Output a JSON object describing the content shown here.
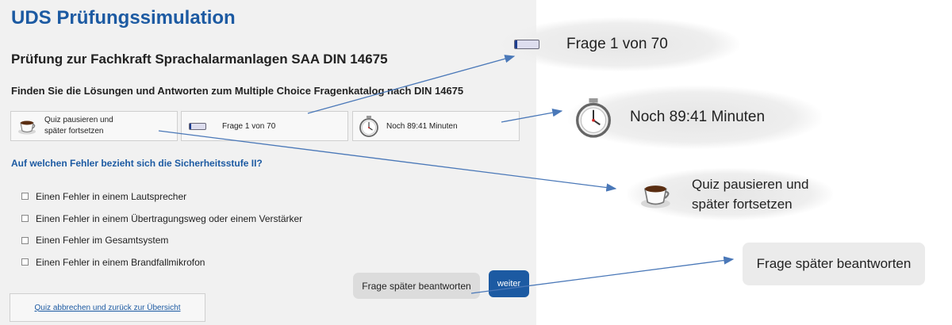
{
  "app_title": "UDS Prüfungssimulation",
  "exam": {
    "title": "Prüfung zur Fachkraft Sprachalarmanlagen SAA DIN 14675",
    "subtitle": "Finden Sie die Lösungen und Antworten zum Multiple Choice Fragenkatalog nach DIN 14675"
  },
  "toolbar": {
    "pause_line1": "Quiz pausieren und",
    "pause_line2": "später fortsetzen",
    "progress_label": "Frage 1 von 70",
    "progress_fraction": 0.1,
    "timer_label": "Noch 89:41 Minuten"
  },
  "question": {
    "text": "Auf welchen Fehler bezieht sich die Sicherheitsstufe II?",
    "answers": [
      "Einen Fehler in einem Lautsprecher",
      "Einen Fehler in einem Übertragungsweg oder einem Verstärker",
      "Einen Fehler im Gesamtsystem",
      "Einen Fehler in einem Brandfallmikrofon"
    ]
  },
  "buttons": {
    "later": "Frage später beantworten",
    "next": "weiter",
    "abort": "Quiz abbrechen und zurück zur Übersicht"
  },
  "callouts": {
    "progress": "Frage 1 von 70",
    "timer": "Noch 89:41 Minuten",
    "pause_line1": "Quiz pausieren und",
    "pause_line2": "später fortsetzen",
    "later": "Frage später beantworten"
  },
  "colors": {
    "accent": "#1c5aa2",
    "arrow": "#4a78b8"
  }
}
